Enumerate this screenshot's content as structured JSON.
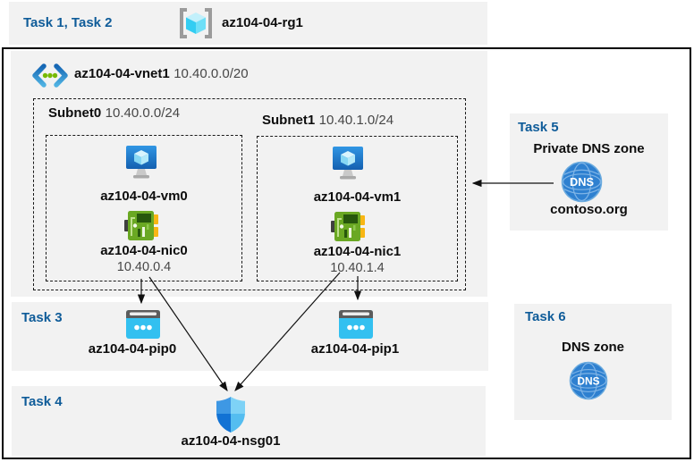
{
  "colors": {
    "task_accent": "#0f5c99",
    "panel_gray": "#f2f2f2",
    "arrow": "#111111",
    "dns_blue": "#2e80d0",
    "pip_cyan": "#33c0f0",
    "nic_green": "#6aa823"
  },
  "header": {
    "tasks_label": "Task 1, Task 2",
    "rg_icon": "resource-group-icon",
    "resource_group": "az104-04-rg1"
  },
  "vnet": {
    "icon": "virtual-network-icon",
    "name": "az104-04-vnet1",
    "cidr": "10.40.0.0/20",
    "subnets": [
      {
        "name": "Subnet0",
        "cidr": "10.40.0.0/24",
        "vm_icon": "virtual-machine-icon",
        "vm": "az104-04-vm0",
        "nic_icon": "network-interface-icon",
        "nic": "az104-04-nic0",
        "ip": "10.40.0.4"
      },
      {
        "name": "Subnet1",
        "cidr": "10.40.1.0/24",
        "vm_icon": "virtual-machine-icon",
        "vm": "az104-04-vm1",
        "nic_icon": "network-interface-icon",
        "nic": "az104-04-nic1",
        "ip": "10.40.1.4"
      }
    ]
  },
  "task3": {
    "label": "Task 3",
    "pip_icon": "public-ip-icon",
    "pip0": "az104-04-pip0",
    "pip1": "az104-04-pip1"
  },
  "task4": {
    "label": "Task 4",
    "nsg_icon": "network-security-group-icon",
    "nsg": "az104-04-nsg01"
  },
  "task5": {
    "label": "Task 5",
    "title": "Private DNS zone",
    "dns_icon": "dns-zone-icon",
    "dns_badge": "DNS",
    "zone": "contoso.org"
  },
  "task6": {
    "label": "Task 6",
    "title": "DNS zone",
    "dns_icon": "dns-zone-icon",
    "dns_badge": "DNS"
  },
  "connections": [
    {
      "from": "az104-04-nic0",
      "to": "az104-04-pip0"
    },
    {
      "from": "az104-04-nic1",
      "to": "az104-04-pip1"
    },
    {
      "from": "az104-04-nic0",
      "to": "az104-04-nsg01"
    },
    {
      "from": "az104-04-nic1",
      "to": "az104-04-nsg01"
    },
    {
      "from": "contoso.org",
      "to": "az104-04-vnet1"
    }
  ]
}
